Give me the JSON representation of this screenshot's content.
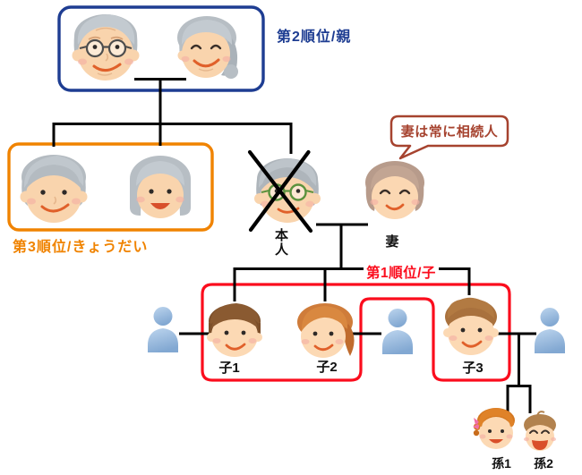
{
  "diagram": {
    "title_hint": "inheritance-order-family-tree",
    "rank2_label": "第2順位/親",
    "rank3_label": "第3順位/きょうだい",
    "rank1_label": "第1順位/子",
    "bubble_text": "妻は常に相続人",
    "person_labels": {
      "honnin": "本人",
      "wife": "妻",
      "child1": "子1",
      "child2": "子2",
      "child3": "子3",
      "grandchild1": "孫1",
      "grandchild2": "孫2"
    },
    "icons": {
      "deceased_cross": "x-cross-over-deceased-person",
      "spouse_silhouette": "blue-person-silhouette",
      "speech_bubble": "speech-bubble-pointing-to-wife"
    }
  },
  "colors": {
    "rank1_red": "#fb0d1d",
    "rank2_blue": "#1e3d92",
    "rank3_orange": "#f08300",
    "bubble_red": "#a6432f",
    "line_black": "#000000",
    "silhouette_blue": "#8fb3da"
  }
}
